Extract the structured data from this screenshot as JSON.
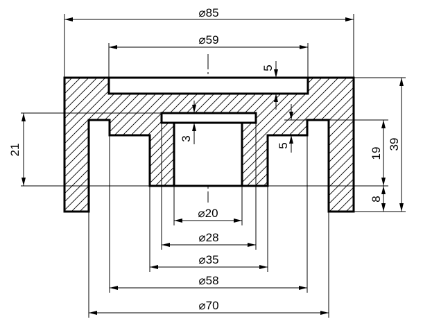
{
  "dimensions": {
    "d85": "⌀85",
    "d59": "⌀59",
    "d20": "⌀20",
    "d28": "⌀28",
    "d35": "⌀35",
    "d58": "⌀58",
    "d70": "⌀70",
    "h5_top": "5",
    "h3": "3",
    "h5_right": "5",
    "h21": "21",
    "h19": "19",
    "h39": "39",
    "h8": "8"
  }
}
